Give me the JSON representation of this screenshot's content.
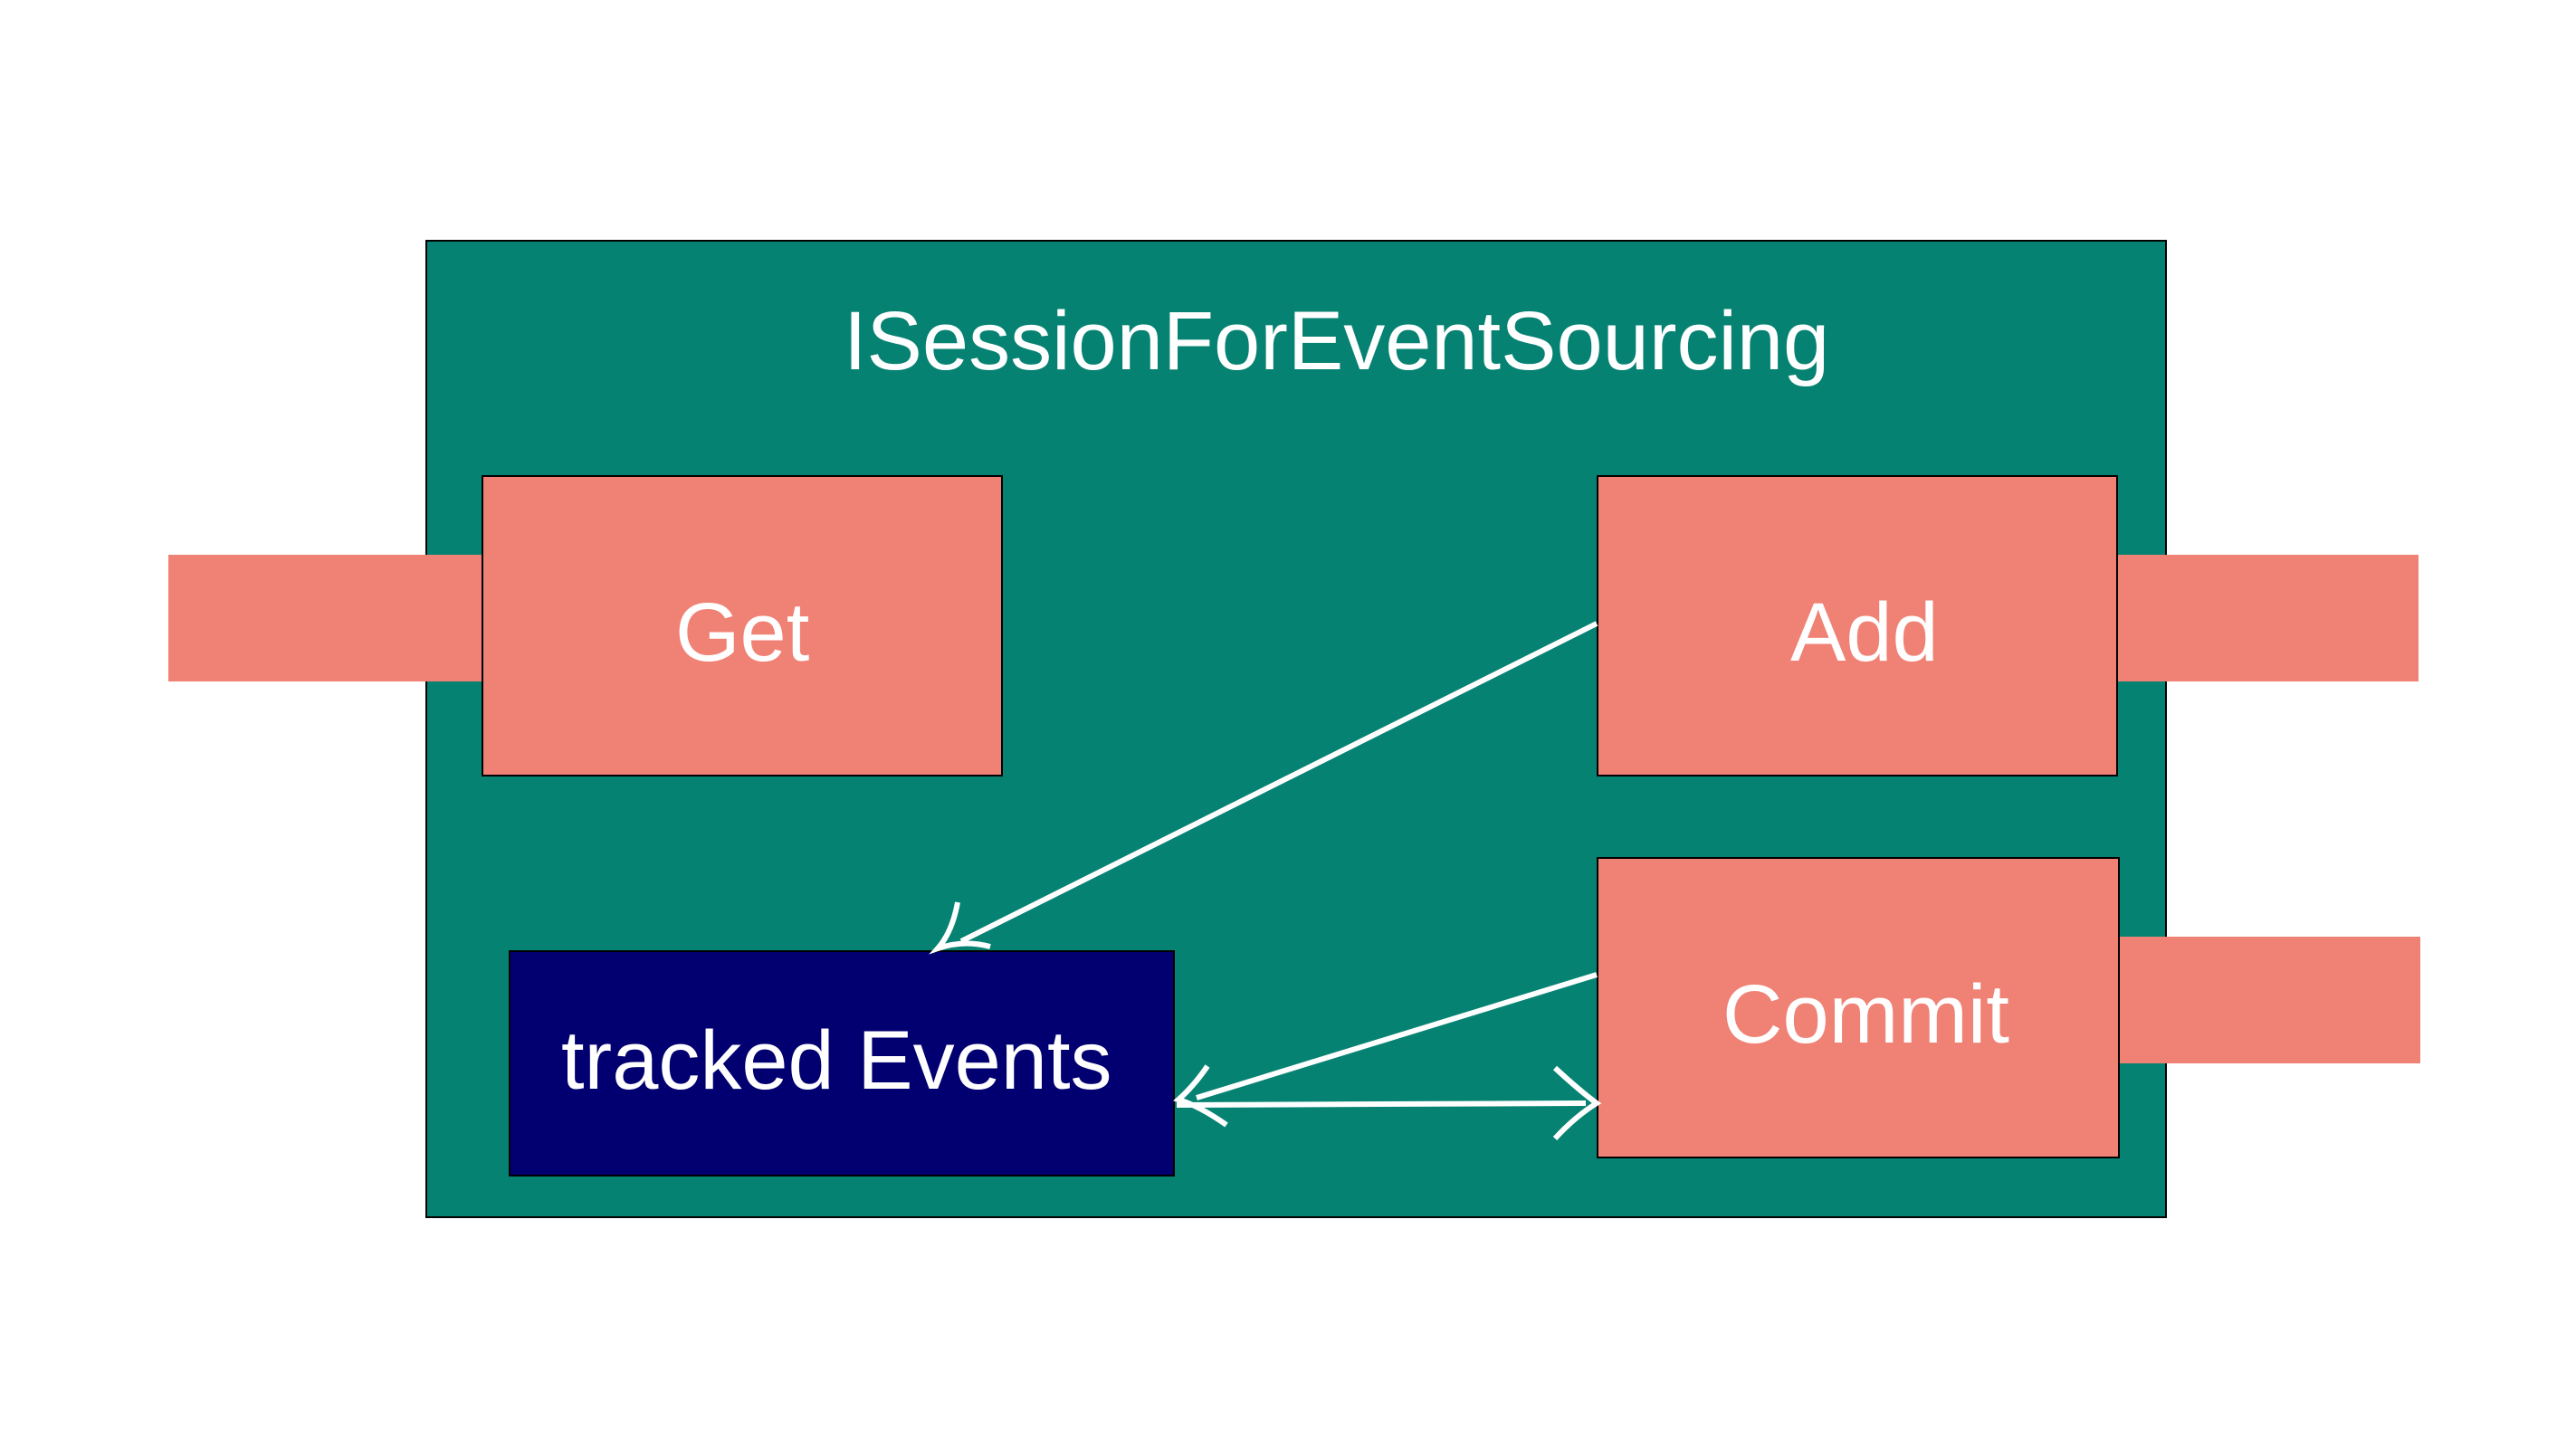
{
  "diagram": {
    "title": "ISessionForEventSourcing",
    "operations": {
      "get": "Get",
      "add": "Add",
      "commit": "Commit"
    },
    "store": "tracked Events"
  },
  "colors": {
    "background": "#ffffff",
    "container": "#068272",
    "operation": "#f08275",
    "store": "#020070",
    "text": "#ffffff",
    "border": "#000000",
    "arrow": "#ffffff"
  }
}
